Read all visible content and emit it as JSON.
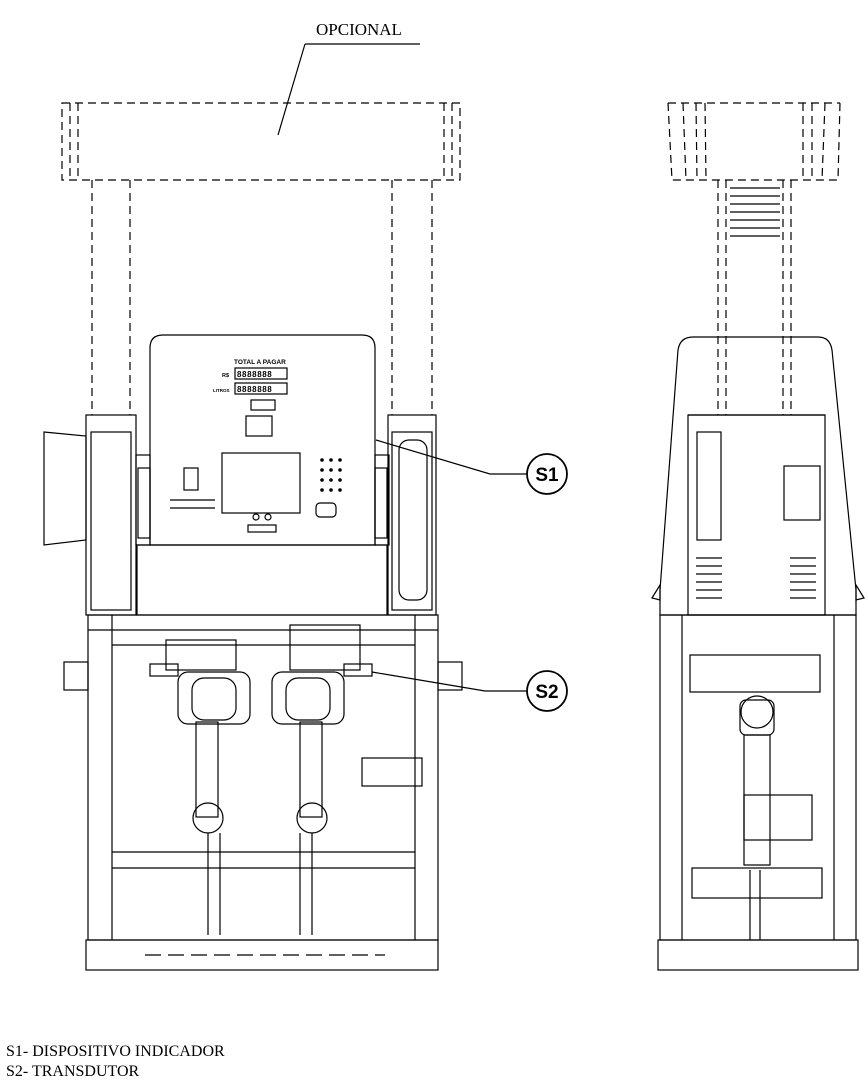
{
  "optional_label": "OPCIONAL",
  "display_panel": {
    "title": "TOTAL A PAGAR",
    "currency_label": "R$",
    "liters_label": "LITROS",
    "digits_total": "8888888",
    "digits_liters": "8888888"
  },
  "callouts": [
    {
      "id": "S1",
      "label": "S1"
    },
    {
      "id": "S2",
      "label": "S2"
    }
  ],
  "legend": [
    {
      "code": "S1",
      "text": "S1- DISPOSITIVO INDICADOR"
    },
    {
      "code": "S2",
      "text": "S2- TRANSDUTOR"
    }
  ]
}
